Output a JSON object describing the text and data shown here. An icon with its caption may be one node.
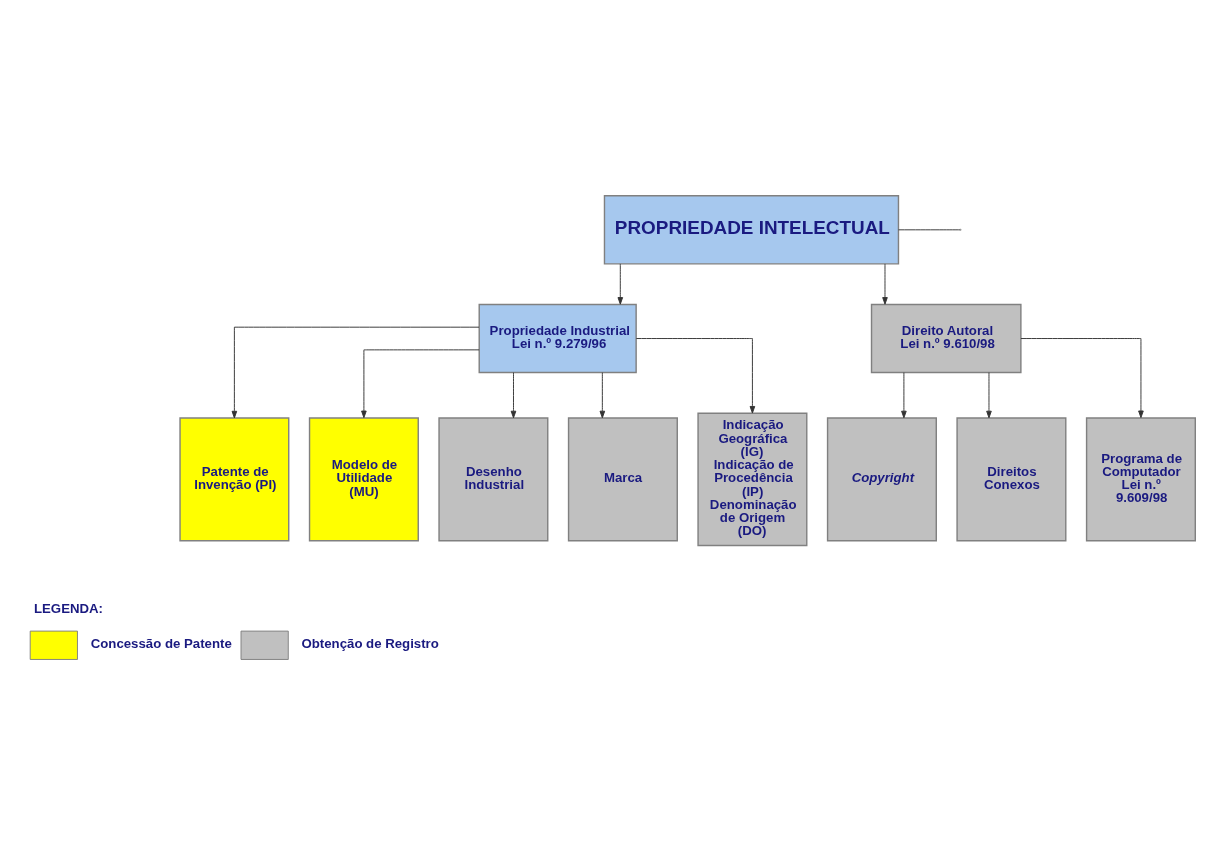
{
  "diagram": {
    "nodes": [
      {
        "text": [
          "PROPRIEDADE INTELECTUAL"
        ]
      },
      {
        "text": [
          "Propriedade Industrial",
          "Lei n.º 9.279/96"
        ]
      },
      {
        "text": [
          "Direito Autoral",
          "Lei n.º 9.610/98"
        ]
      },
      {
        "text": [
          "Patente de Invenção (PI)"
        ]
      },
      {
        "text": [
          "Modelo de Utilidade (MU)"
        ]
      },
      {
        "text": [
          "Desenho Industrial"
        ]
      },
      {
        "text": [
          "Marca"
        ]
      },
      {
        "text": [
          "Indicação Geográfica (IG) Indicação de Procedência (IP) Denominação de Origem (DO)"
        ]
      },
      {
        "text": [
          "Copyright"
        ]
      },
      {
        "text": [
          "Direitos Conexos"
        ]
      },
      {
        "text": [
          "Programa de Computador",
          "Lei n.º 9.609/98"
        ]
      }
    ],
    "edges": [
      {
        "from": 0,
        "to": 1,
        "arrow": "to"
      },
      {
        "from": 0,
        "to": 2,
        "arrow": "to"
      },
      {
        "from": 0,
        "to": null,
        "arrow": "none"
      },
      {
        "from": 1,
        "to": 3,
        "arrow": "to"
      },
      {
        "from": 1,
        "to": 4,
        "arrow": "to"
      },
      {
        "from": 1,
        "to": 5,
        "arrow": "to"
      },
      {
        "from": 1,
        "to": 6,
        "arrow": "to"
      },
      {
        "from": 1,
        "to": 7,
        "arrow": "to"
      },
      {
        "from": 2,
        "to": 8,
        "arrow": "to"
      },
      {
        "from": 2,
        "to": 9,
        "arrow": "to"
      },
      {
        "from": 2,
        "to": 10,
        "arrow": "to"
      }
    ],
    "labels": [
      "LEGENDA:"
    ],
    "legend": [
      {
        "text": "Concessão de Patente",
        "color": "#ffff00"
      },
      {
        "text": "Obtenção de Registro",
        "color": "#c0c0c0"
      }
    ]
  }
}
